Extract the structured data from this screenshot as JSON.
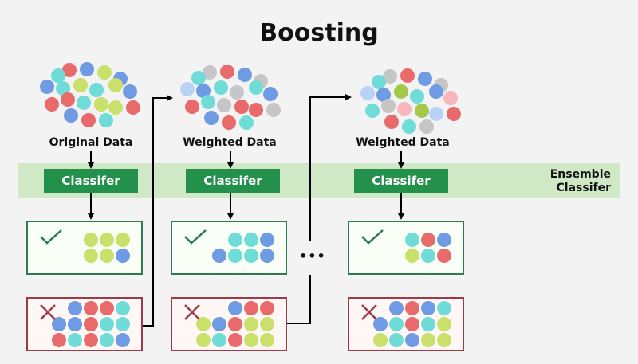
{
  "title": "Boosting",
  "colors": {
    "red": "#e96a6a",
    "blue": "#6e9be3",
    "cyan": "#6fdcd8",
    "lime": "#c9e06a",
    "gray": "#c6c6c6",
    "lightblue": "#b9d3f7",
    "pink": "#f6b7bd",
    "green": "#a3c84a",
    "band": "#cfe8c6",
    "classifier": "#23914c",
    "correct_border": "#2f7a55",
    "wrong_border": "#9c3a48"
  },
  "stages": [
    {
      "data_label": "Original Data",
      "classifier_label": "Classifer",
      "cluster": [
        "red",
        "blue",
        "lime",
        "cyan",
        "blue",
        "blue",
        "cyan",
        "lime",
        "cyan",
        "lime",
        "blue",
        "red",
        "red",
        "cyan",
        "lime",
        "lime",
        "red",
        "blue",
        "red",
        "cyan"
      ],
      "correct": [
        "lime",
        "lime",
        "lime",
        "lime",
        "lime",
        "blue"
      ],
      "wrong": [
        "blue",
        "red",
        "red",
        "cyan",
        "blue",
        "blue",
        "red",
        "cyan",
        "cyan",
        "red",
        "cyan",
        "red",
        "cyan",
        "blue"
      ]
    },
    {
      "data_label": "Weighted Data",
      "classifier_label": "Classifer",
      "cluster": [
        "gray",
        "red",
        "blue",
        "cyan",
        "gray",
        "lightblue",
        "blue",
        "cyan",
        "gray",
        "cyan",
        "blue",
        "red",
        "cyan",
        "gray",
        "red",
        "red",
        "gray",
        "blue",
        "red",
        "cyan"
      ],
      "correct": [
        "cyan",
        "cyan",
        "blue",
        "blue",
        "cyan",
        "cyan",
        "blue"
      ],
      "wrong": [
        "blue",
        "red",
        "red",
        "lime",
        "blue",
        "red",
        "lime",
        "lime",
        "lime",
        "cyan",
        "red",
        "lime",
        "lime"
      ]
    },
    {
      "data_label": "Weighted Data",
      "classifier_label": "Classifer",
      "cluster": [
        "gray",
        "red",
        "blue",
        "cyan",
        "gray",
        "lightblue",
        "blue",
        "green",
        "cyan",
        "blue",
        "pink",
        "cyan",
        "gray",
        "pink",
        "green",
        "lightblue",
        "red",
        "red",
        "cyan",
        "gray"
      ],
      "correct": [
        "cyan",
        "red",
        "blue",
        "lime",
        "cyan",
        "red"
      ],
      "wrong": [
        "blue",
        "red",
        "blue",
        "cyan",
        "blue",
        "cyan",
        "red",
        "cyan",
        "lime",
        "lime",
        "cyan",
        "blue",
        "lime",
        "lime"
      ]
    }
  ],
  "ellipsis": "•••",
  "ensemble_label_line1": "Ensemble",
  "ensemble_label_line2": "Classifer",
  "icons": {
    "correct": "check-icon",
    "wrong": "cross-icon"
  }
}
